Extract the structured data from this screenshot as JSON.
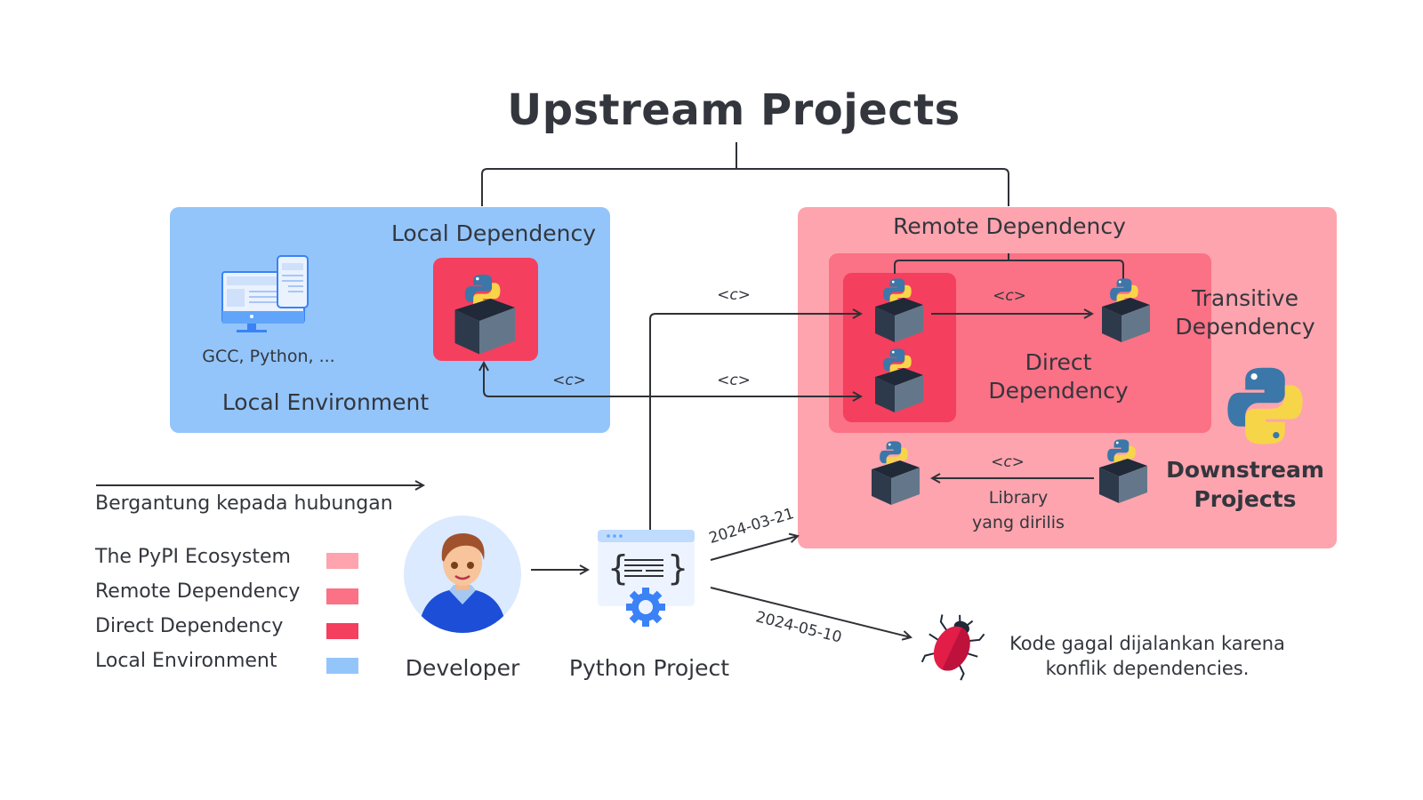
{
  "title": "Upstream Projects",
  "local_environment": {
    "label": "Local Environment",
    "tools_label": "GCC, Python, ...",
    "local_dependency_label": "Local Dependency"
  },
  "pypi_ecosystem": {
    "remote_dependency_label": "Remote Dependency",
    "direct_dependency_label_line1": "Direct",
    "direct_dependency_label_line2": "Dependency",
    "transitive_dependency_label_line1": "Transitive",
    "transitive_dependency_label_line2": "Dependency",
    "downstream_label_line1": "Downstream",
    "downstream_label_line2": "Projects",
    "released_library_line1": "Library",
    "released_library_line2": "yang dirilis"
  },
  "edge_labels": {
    "constraint": "<c>"
  },
  "legend": {
    "arrow_caption": "Bergantung kepada hubungan",
    "items": [
      {
        "label": "The PyPI Ecosystem",
        "color": "#fda4ae"
      },
      {
        "label": "Remote Dependency",
        "color": "#fb7185"
      },
      {
        "label": "Direct Dependency",
        "color": "#f43f5e"
      },
      {
        "label": "Local Environment",
        "color": "#93c5fb"
      }
    ]
  },
  "actors": {
    "developer_label": "Developer",
    "project_label": "Python Project"
  },
  "timeline": {
    "date_ok": "2024-03-21",
    "date_fail": "2024-05-10",
    "failure_line1": "Kode gagal dijalankan karena",
    "failure_line2": "konflik dependencies."
  },
  "colors": {
    "pypi": "#fda4ae",
    "remote": "#fb7185",
    "direct": "#f43f5e",
    "local": "#93c5fb",
    "text": "#33363d",
    "python_blue": "#3b77a8",
    "python_yellow": "#f7d548"
  }
}
